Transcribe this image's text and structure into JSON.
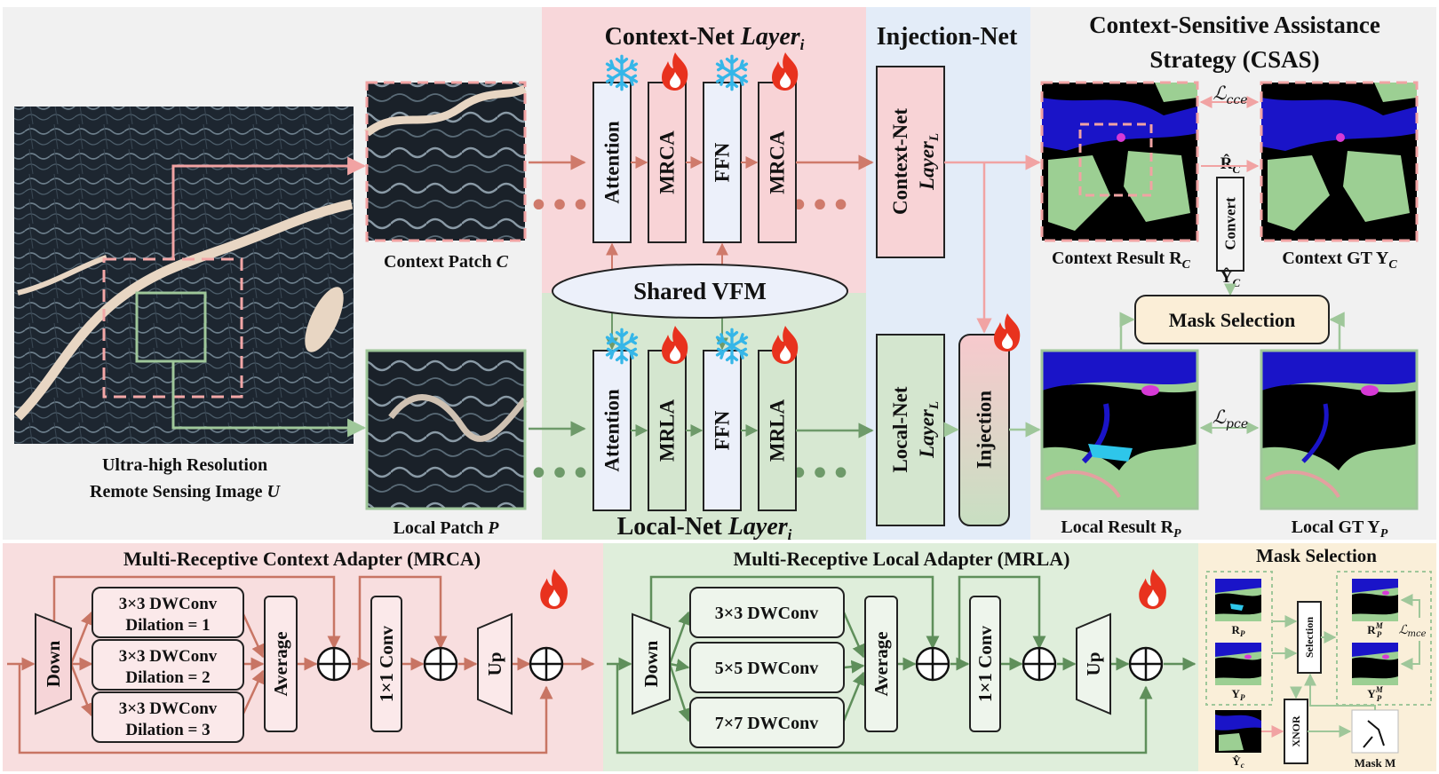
{
  "colors": {
    "context_bg": "#f8d7da",
    "local_bg": "#d7e8d2",
    "injection_bg": "#e3ecf8",
    "mask_bg": "#faefd9",
    "context_arrow": "#cf7a6b",
    "local_arrow": "#6e9a6a",
    "pink_arrow": "#f1a3a3",
    "green_arrow": "#9fc79a",
    "seg_green": "#9ccf93",
    "seg_blue": "#1a14c8",
    "fire": "#e8321e",
    "snow": "#35b6e8"
  },
  "top": {
    "ultra_image_label_line1": "Ultra-high Resolution",
    "ultra_image_label_line2": "Remote Sensing  Image ",
    "ultra_image_var": "U",
    "context_patch_label": "Context Patch ",
    "context_patch_var": "C",
    "local_patch_label": "Local Patch ",
    "local_patch_var": "P",
    "context_net_title": "Context-Net ",
    "local_net_title": "Local-Net ",
    "layer_i": "Layer",
    "layer_i_sub": "i",
    "shared_vfm": "Shared VFM",
    "injection_net_title": "Injection-Net",
    "context_blocks": [
      "Attention",
      "MRCA",
      "FFN",
      "MRCA"
    ],
    "local_blocks": [
      "Attention",
      "MRLA",
      "FFN",
      "MRLA"
    ],
    "context_layer_L_line1": "Context-Net",
    "local_layer_L_line1": "Local-Net",
    "layer_L": "Layer",
    "layer_L_sub": "L",
    "injection": "Injection",
    "csas_title_line1": "Context-Sensitive Assistance",
    "csas_title_line2": "Strategy (CSAS)",
    "context_result": "Context Result R",
    "context_result_sub": "C",
    "context_gt": "Context GT Y",
    "context_gt_sub": "C",
    "local_result": "Local Result R",
    "local_result_sub": "P",
    "local_gt": "Local GT Y",
    "local_gt_sub": "P",
    "loss_cce": "ℒ",
    "loss_cce_sub": "cce",
    "loss_pce": "ℒ",
    "loss_pce_sub": "pce",
    "rc_hat": "R̂",
    "rc_hat_sub": "C",
    "yc_hat": "Ŷ",
    "yc_hat_sub": "C",
    "convert": "Convert",
    "mask_selection": "Mask Selection"
  },
  "mrca": {
    "title": "Multi-Receptive Context Adapter (MRCA)",
    "down": "Down",
    "branches": [
      {
        "line1": "3×3 DWConv",
        "line2": "Dilation = 1"
      },
      {
        "line1": "3×3 DWConv",
        "line2": "Dilation = 2"
      },
      {
        "line1": "3×3 DWConv",
        "line2": "Dilation = 3"
      }
    ],
    "average": "Average",
    "conv1x1": "1×1 Conv",
    "up": "Up"
  },
  "mrla": {
    "title": "Multi-Receptive Local Adapter (MRLA)",
    "down": "Down",
    "branches": [
      "3×3 DWConv",
      "5×5 DWConv",
      "7×7 DWConv"
    ],
    "average": "Average",
    "conv1x1": "1×1 Conv",
    "up": "Up"
  },
  "mask_panel": {
    "title": "Mask Selection",
    "rp": "R",
    "rp_sub": "P",
    "yp": "Y",
    "yp_sub": "P",
    "yc": "Ŷ",
    "yc_sub": "c",
    "selection": "Selection",
    "xnor": "XNOR",
    "rpm": "R",
    "rpm_sub": "P",
    "rpm_sup": "M",
    "ypm": "Y",
    "ypm_sub": "P",
    "ypm_sup": "M",
    "loss_mce": "ℒ",
    "loss_mce_sub": "mce",
    "mask_m": "Mask M"
  }
}
